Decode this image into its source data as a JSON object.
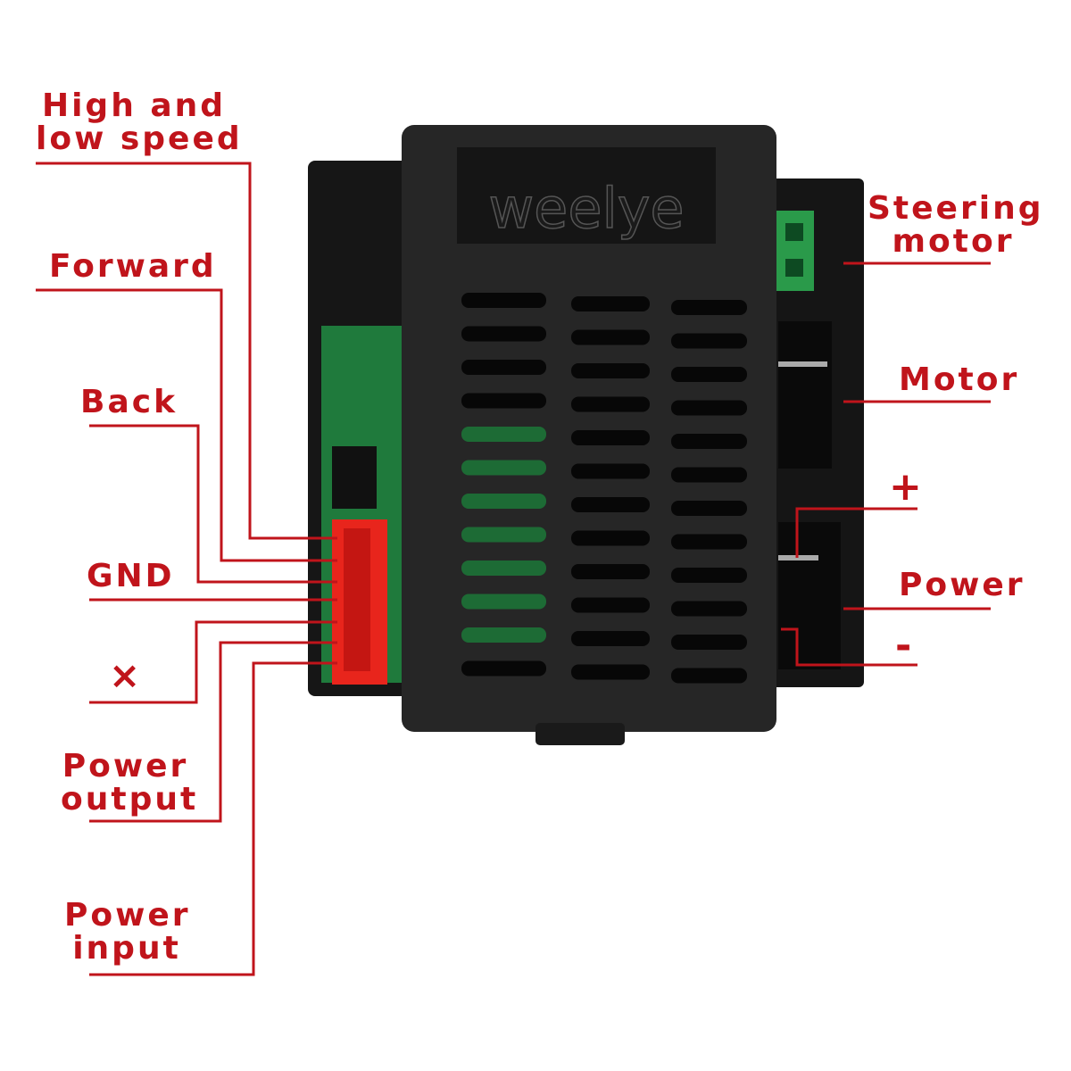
{
  "brand_logo": "weelye",
  "colors": {
    "label": "#c0141b",
    "housing": "#1c1c1c",
    "pcb": "#1f7a3c",
    "connector": "#e8251c",
    "steering_connector": "#2a9a4a"
  },
  "left_labels": {
    "high_low_speed": [
      "High and",
      "low speed"
    ],
    "forward": "Forward",
    "back": "Back",
    "gnd": "GND",
    "unused": "×",
    "power_output": [
      "Power",
      "output"
    ],
    "power_input": [
      "Power",
      "input"
    ]
  },
  "right_labels": {
    "steering_motor": [
      "Steering",
      "motor"
    ],
    "motor": "Motor",
    "plus": "+",
    "power": "Power",
    "minus": "-"
  }
}
